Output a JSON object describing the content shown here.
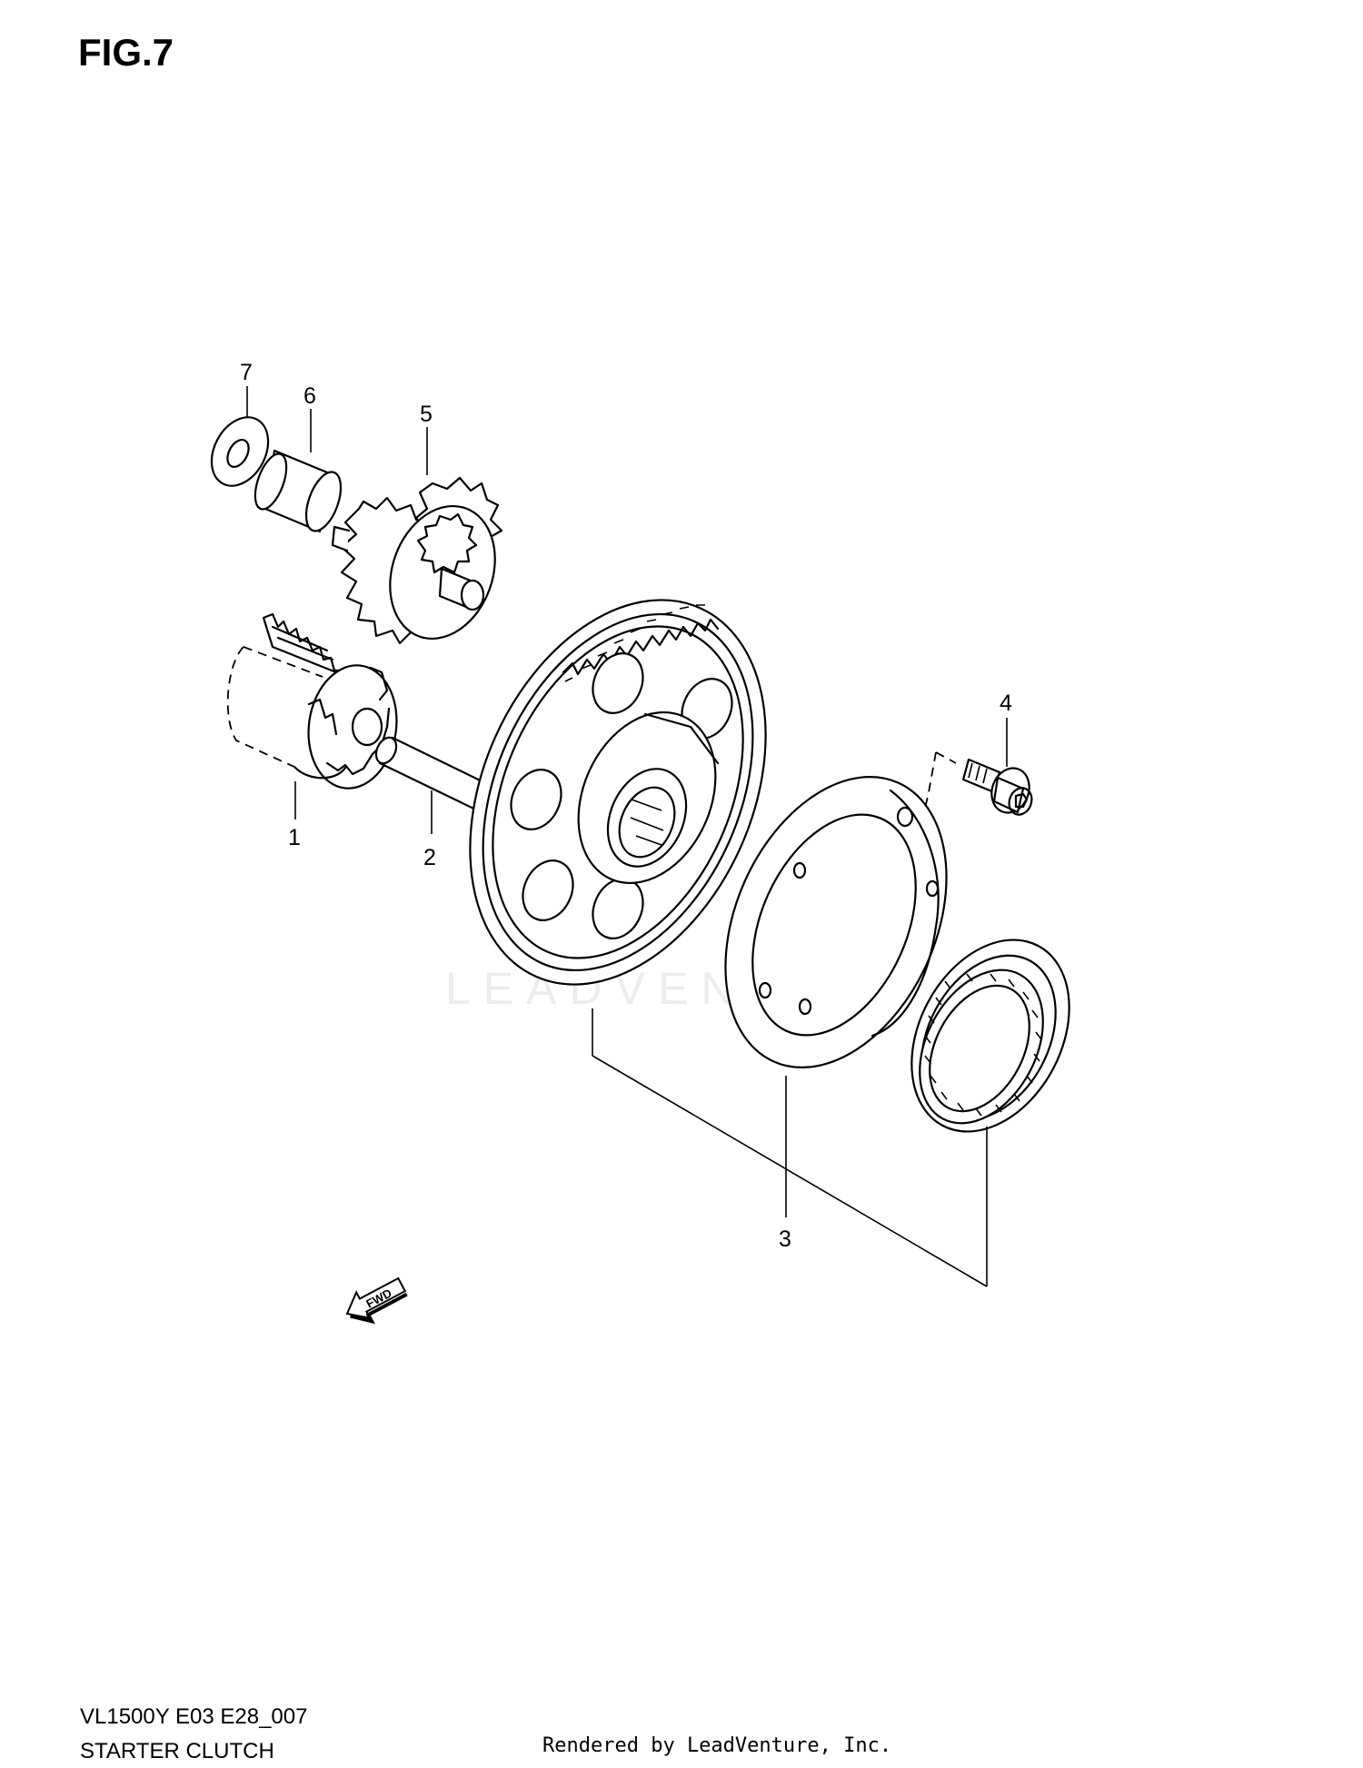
{
  "figure": {
    "title": "FIG.7",
    "model_code": "VL1500Y E03 E28_007",
    "caption": "STARTER CLUTCH"
  },
  "callouts": [
    {
      "id": "callout-1",
      "label": "1"
    },
    {
      "id": "callout-2",
      "label": "2"
    },
    {
      "id": "callout-3",
      "label": "3"
    },
    {
      "id": "callout-4",
      "label": "4"
    },
    {
      "id": "callout-5",
      "label": "5"
    },
    {
      "id": "callout-6",
      "label": "6"
    },
    {
      "id": "callout-7",
      "label": "7"
    }
  ],
  "direction_marker": {
    "label": "FWD",
    "icon": "fwd-arrow-icon"
  },
  "watermark": {
    "text": "LEADVENTURE"
  },
  "footer": {
    "rendered_by": "Rendered by LeadVenture, Inc."
  },
  "colors": {
    "line": "#000000",
    "background": "#ffffff",
    "watermark": "#e6e6e6"
  }
}
